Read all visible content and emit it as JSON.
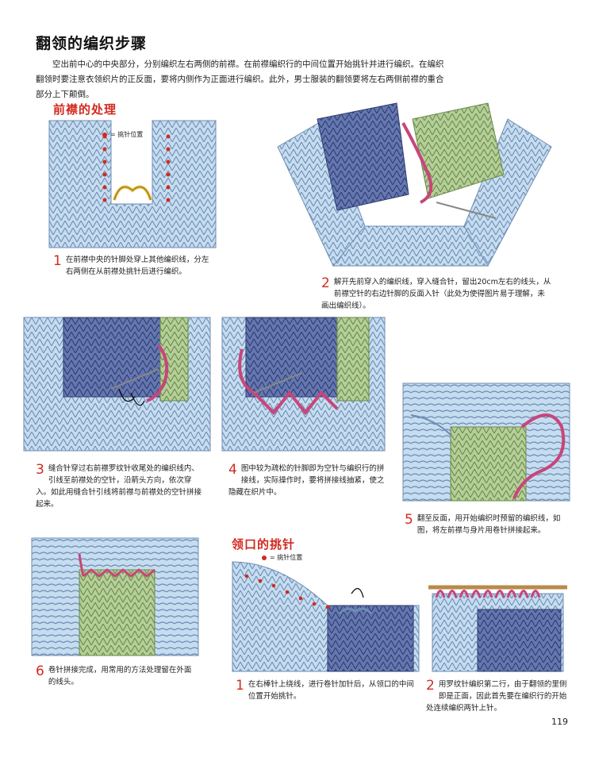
{
  "title": "翻领的编织步骤",
  "intro": "空出前中心的中央部分，分别编织左右两侧的前襟。在前襟编织行的中间位置开始挑针并进行编织。在编织翻领时要注意衣领织片的正反面，要将内侧作为正面进行编织。此外，男士服装的翻领要将左右两侧前襟的重合部分上下颠倒。",
  "section1": {
    "title": "前襟的处理",
    "legend": "= 挑针位置"
  },
  "steps": [
    {
      "num": "1",
      "text": "在前襟中央的针脚处穿上其他编织线，分左右两侧在从前襟处挑针后进行编织。"
    },
    {
      "num": "2",
      "text": "解开先前穿入的编织线，穿入缝合针，留出20cm左右的线头，从前襟空针的右边针脚的反面入针（此处为使得图片易于理解，未画出编织线）。"
    },
    {
      "num": "3",
      "text": "缝合针穿过右前襟罗纹针收尾处的编织线内、引线至前襟处的空针，沿箭头方向，依次穿入。如此用缝合针引线将前襟与前襟处的空针拼接起来。"
    },
    {
      "num": "4",
      "text": "图中较为疏松的针脚即为空针与编织行的拼接线，实际操作时，要将拼接线抽紧，使之隐藏在织片中。"
    },
    {
      "num": "5",
      "text": "翻至反面，用开始编织时预留的编织线，如图，将左前襟与身片用卷针拼接起来。"
    },
    {
      "num": "6",
      "text": "卷针拼接完成，用常用的方法处理留在外面的线头。"
    }
  ],
  "section2": {
    "title": "领口的挑针",
    "legend": "= 挑针位置"
  },
  "collar_steps": [
    {
      "num": "1",
      "text": "在右棒针上绕线，进行卷针加针后，从领口的中间位置开始挑针。"
    },
    {
      "num": "2",
      "text": "用罗纹针编织第二行，由于翻领的里侧即是正面，因此首先要在编织行的开始处连续编织两针上针。"
    }
  ],
  "page_number": "119",
  "colors": {
    "accent": "#d22a1f",
    "knit_light": "#b9d4ea",
    "knit_dark": "#5b6ea8",
    "knit_green": "#a9c58a",
    "yarn": "#c8457a",
    "yarn_yellow": "#e8c24a"
  }
}
